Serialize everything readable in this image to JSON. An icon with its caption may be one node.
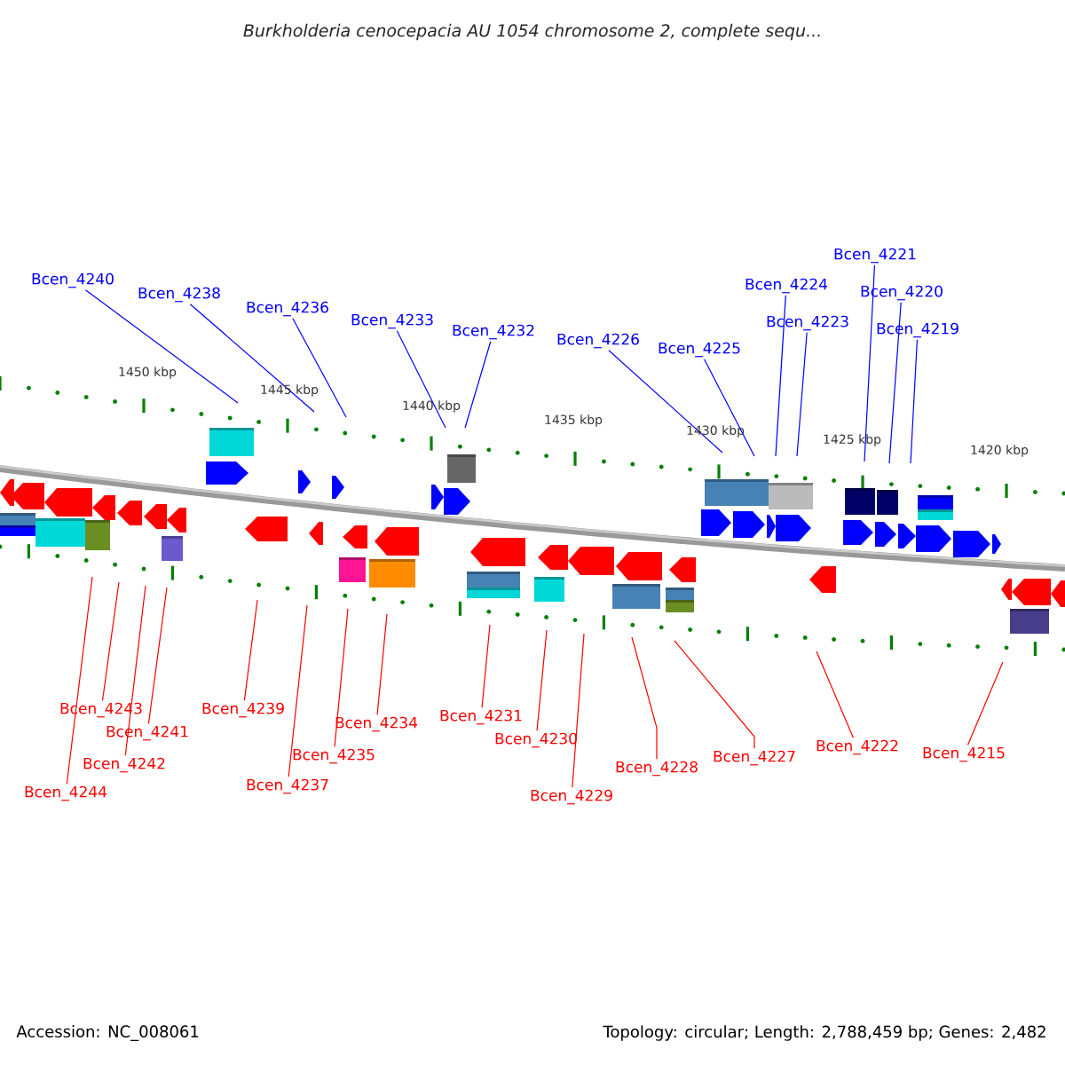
{
  "diagram": {
    "title": "Burkholderia cenocepacia AU 1054 chromosome 2, complete sequ...",
    "nodes": [
      {
        "text": [
          "Bcen_4240"
        ]
      },
      {
        "text": [
          "Bcen_4238"
        ]
      },
      {
        "text": [
          "Bcen_4236"
        ]
      },
      {
        "text": [
          "Bcen_4233"
        ]
      },
      {
        "text": [
          "Bcen_4232"
        ]
      },
      {
        "text": [
          "Bcen_4226"
        ]
      },
      {
        "text": [
          "Bcen_4225"
        ]
      },
      {
        "text": [
          "Bcen_4224"
        ]
      },
      {
        "text": [
          "Bcen_4223"
        ]
      },
      {
        "text": [
          "Bcen_4221"
        ]
      },
      {
        "text": [
          "Bcen_4220"
        ]
      },
      {
        "text": [
          "Bcen_4219"
        ]
      },
      {
        "text": [
          "Bcen_4243"
        ]
      },
      {
        "text": [
          "Bcen_4241"
        ]
      },
      {
        "text": [
          "Bcen_4242"
        ]
      },
      {
        "text": [
          "Bcen_4244"
        ]
      },
      {
        "text": [
          "Bcen_4239"
        ]
      },
      {
        "text": [
          "Bcen_4237"
        ]
      },
      {
        "text": [
          "Bcen_4235"
        ]
      },
      {
        "text": [
          "Bcen_4234"
        ]
      },
      {
        "text": [
          "Bcen_4231"
        ]
      },
      {
        "text": [
          "Bcen_4230"
        ]
      },
      {
        "text": [
          "Bcen_4229"
        ]
      },
      {
        "text": [
          "Bcen_4228"
        ]
      },
      {
        "text": [
          "Bcen_4227"
        ]
      },
      {
        "text": [
          "Bcen_4222"
        ]
      },
      {
        "text": [
          "Bcen_4215"
        ]
      }
    ],
    "edges": [
      {
        "from": 0,
        "to": null,
        "arrow": "none",
        "color": "#0000ff"
      },
      {
        "from": 1,
        "to": null,
        "arrow": "none",
        "color": "#0000ff"
      },
      {
        "from": 2,
        "to": null,
        "arrow": "none",
        "color": "#0000ff"
      },
      {
        "from": 3,
        "to": null,
        "arrow": "none",
        "color": "#0000ff"
      },
      {
        "from": 4,
        "to": null,
        "arrow": "none",
        "color": "#0000ff"
      },
      {
        "from": 5,
        "to": null,
        "arrow": "none",
        "color": "#0000ff"
      },
      {
        "from": 6,
        "to": null,
        "arrow": "none",
        "color": "#0000ff"
      },
      {
        "from": 7,
        "to": null,
        "arrow": "none",
        "color": "#0000ff"
      },
      {
        "from": 8,
        "to": null,
        "arrow": "none",
        "color": "#0000ff"
      },
      {
        "from": 9,
        "to": null,
        "arrow": "none",
        "color": "#0000ff"
      },
      {
        "from": 10,
        "to": null,
        "arrow": "none",
        "color": "#0000ff"
      },
      {
        "from": 11,
        "to": null,
        "arrow": "none",
        "color": "#0000ff"
      },
      {
        "from": 12,
        "to": null,
        "arrow": "none"
      },
      {
        "from": 13,
        "to": null,
        "arrow": "none"
      },
      {
        "from": 14,
        "to": null,
        "arrow": "none"
      },
      {
        "from": 15,
        "to": null,
        "arrow": "none"
      },
      {
        "from": 16,
        "to": null,
        "arrow": "none"
      },
      {
        "from": 17,
        "to": null,
        "arrow": "none"
      },
      {
        "from": 18,
        "to": null,
        "arrow": "none"
      },
      {
        "from": 19,
        "to": null,
        "arrow": "none"
      },
      {
        "from": 20,
        "to": null,
        "arrow": "none"
      },
      {
        "from": 21,
        "to": null,
        "arrow": "none"
      },
      {
        "from": 22,
        "to": null,
        "arrow": "none"
      },
      {
        "from": 23,
        "to": null,
        "arrow": "none"
      },
      {
        "from": 24,
        "to": null,
        "arrow": "none"
      },
      {
        "from": 25,
        "to": null,
        "arrow": "none"
      },
      {
        "from": 26,
        "to": null,
        "arrow": "none"
      }
    ],
    "labels": [
      "1450 kbp",
      "1445 kbp",
      "1440 kbp",
      "1435 kbp",
      "1430 kbp",
      "1425 kbp",
      "1420 kbp",
      "Accession: NC_008061",
      "Topology: circular; Length: 2,788,459 bp; Genes: 2,482"
    ]
  }
}
